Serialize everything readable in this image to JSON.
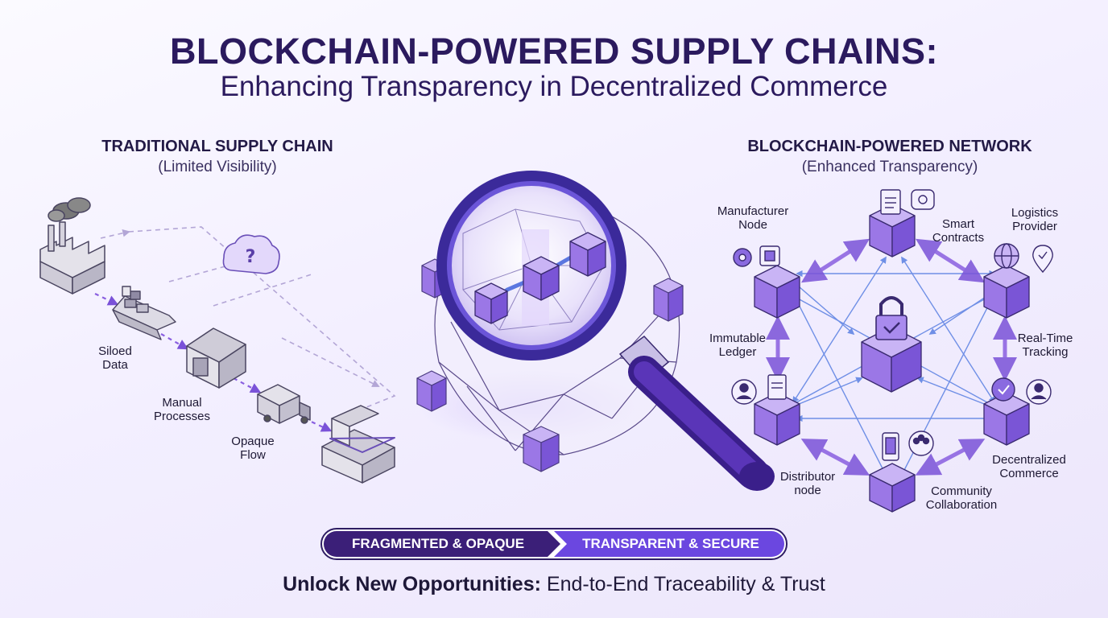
{
  "title": {
    "main": "BLOCKCHAIN-POWERED SUPPLY CHAINS:",
    "sub": "Enhancing Transparency in Decentralized Commerce"
  },
  "traditional": {
    "heading": "TRADITIONAL SUPPLY CHAIN",
    "subheading": "(Limited Visibility)",
    "labels": {
      "siloed": [
        "Siloed",
        "Data"
      ],
      "manual": [
        "Manual",
        "Processes"
      ],
      "opaque": [
        "Opaque",
        "Flow"
      ]
    }
  },
  "blockchain": {
    "heading": "BLOCKCHAIN-POWERED NETWORK",
    "subheading": "(Enhanced Transparency)",
    "labels": {
      "manufacturer": [
        "Manufacturer",
        "Node"
      ],
      "smart_contracts": [
        "Smart",
        "Contracts"
      ],
      "logistics": [
        "Logistics",
        "Provider"
      ],
      "immutable": [
        "Immutable",
        "Ledger"
      ],
      "realtime": [
        "Real-Time",
        "Tracking"
      ],
      "decentralized": [
        "Decentralized",
        "Commerce"
      ],
      "distributor": [
        "Distributor",
        "node"
      ],
      "community": [
        "Community",
        "Collaboration"
      ]
    }
  },
  "banner": {
    "left": "FRAGMENTED & OPAQUE",
    "right": "TRANSPARENT & SECURE"
  },
  "bottom": {
    "bold": "Unlock New Opportunities:",
    "rest": " End-to-End Traceability & Trust"
  },
  "colors": {
    "title": "#2b1a5e",
    "accent": "#6a3fd0",
    "cube_light": "#c9b4f5",
    "cube_mid": "#9b77e6",
    "cube_dark": "#6e48c9",
    "link": "#6f8fe6",
    "banner_left": "#3b1f78",
    "banner_right": "#6b47e0"
  }
}
